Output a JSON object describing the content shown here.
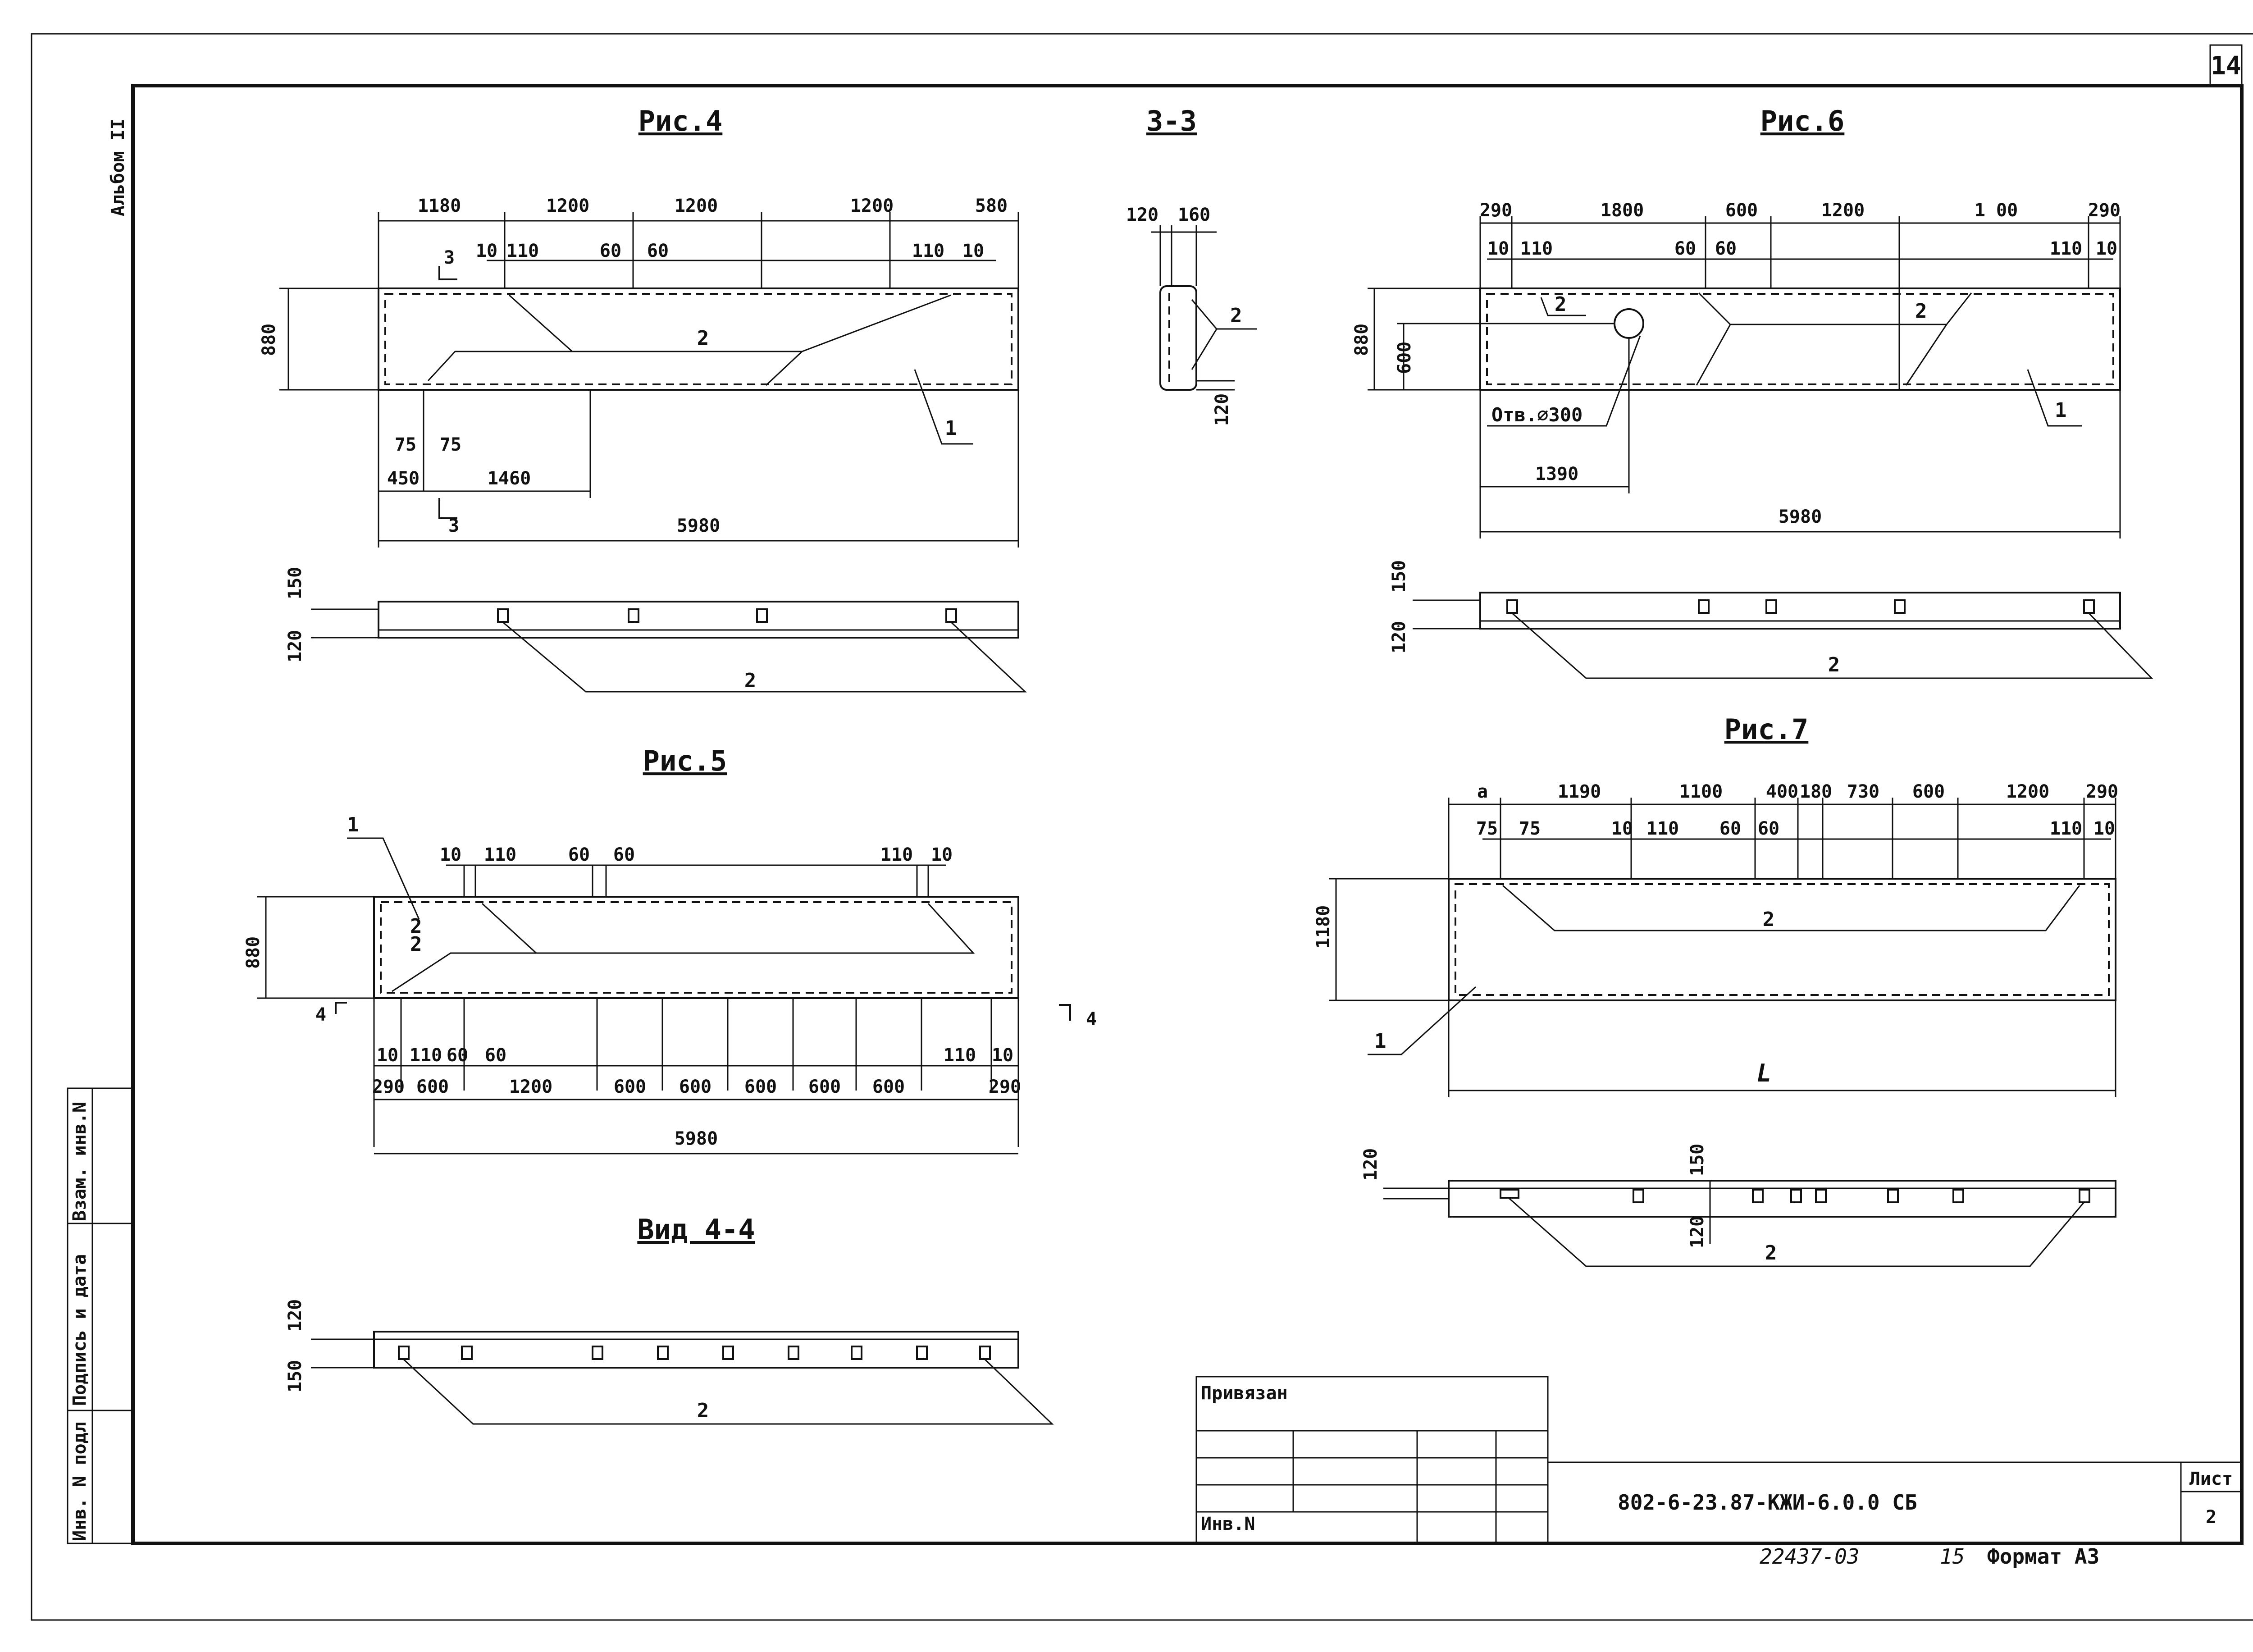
{
  "sheet": {
    "number": "14",
    "album": "Альбом II",
    "sheet_label": "Лист",
    "sheet_value": "2",
    "format_stamp": "22437-03",
    "format_page": "15",
    "format_label": "Формат А3"
  },
  "side_stamp": {
    "inv_podl": "Инв. N подл",
    "podpis_data": "Подпись и дата",
    "vzam_inv": "Взам. инв.N"
  },
  "title_block": {
    "privyazan": "Привязан",
    "inv_n": "Инв.N",
    "code": "802-6-23.87-КЖИ-6.0.0 СБ"
  },
  "fig4": {
    "title": "Рис.4",
    "top_dims": [
      "1180",
      "1200",
      "1200",
      "1200",
      "580"
    ],
    "sub_dims": [
      "10",
      "110",
      "60",
      "60",
      "110",
      "10"
    ],
    "height": "880",
    "bottom_dims": [
      "75",
      "75",
      "450",
      "1460"
    ],
    "total": "5980",
    "section_mark": "3",
    "labels": [
      "1",
      "2"
    ],
    "strip_dims": [
      "150",
      "120"
    ],
    "strip_label": "2"
  },
  "sec33": {
    "title": "3-3",
    "dims": [
      "120",
      "160",
      "120"
    ],
    "label": "2"
  },
  "fig6": {
    "title": "Рис.6",
    "top_dims": [
      "290",
      "1800",
      "600",
      "1200",
      "1 00",
      "290"
    ],
    "sub_dims": [
      "10",
      "110",
      "60",
      "60",
      "110",
      "10"
    ],
    "height": "880",
    "inner": "600",
    "hole": "Отв.⌀300",
    "hole_dim": "1390",
    "total": "5980",
    "labels": [
      "1",
      "2",
      "2"
    ],
    "strip_dims": [
      "150",
      "120"
    ],
    "strip_label": "2"
  },
  "fig5": {
    "title": "Рис.5",
    "top_sub_dims": [
      "10",
      "110",
      "60",
      "60",
      "110",
      "10"
    ],
    "height": "880",
    "bottom_sub_dims": [
      "10",
      "110",
      "60",
      "60",
      "110",
      "10"
    ],
    "bottom_dims": [
      "290",
      "600",
      "1200",
      "600",
      "600",
      "600",
      "600",
      "600",
      "290"
    ],
    "total": "5980",
    "section_mark": "4",
    "labels": [
      "1",
      "2",
      "2"
    ]
  },
  "view44": {
    "title": "Вид 4-4",
    "dims": [
      "120",
      "150"
    ],
    "label": "2"
  },
  "fig7": {
    "title": "Рис.7",
    "top_dims": [
      "a",
      "1190",
      "1100",
      "400",
      "180",
      "730",
      "600",
      "1200",
      "290"
    ],
    "sub_dims": [
      "75",
      "75",
      "10",
      "110",
      "60",
      "60",
      "110",
      "10"
    ],
    "height": "1180",
    "total": "L",
    "labels": [
      "1",
      "2"
    ],
    "strip_dims": [
      "120",
      "150",
      "120"
    ],
    "strip_label": "2"
  }
}
